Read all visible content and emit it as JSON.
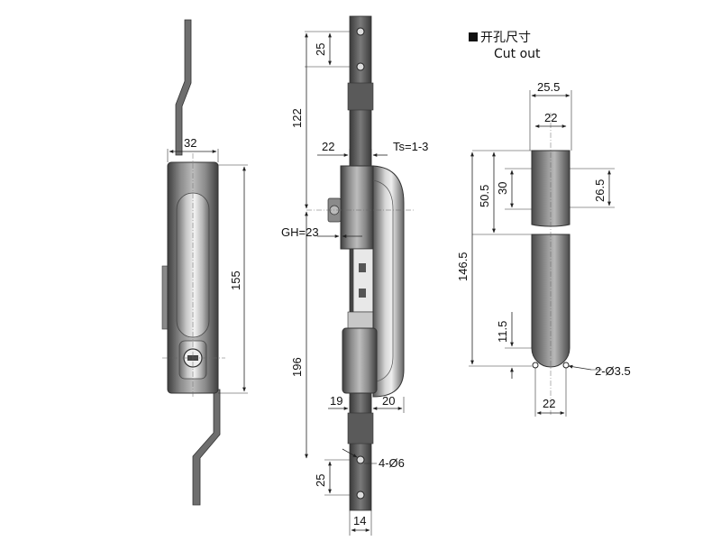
{
  "legend": {
    "cutout_title_cn": "开孔尺寸",
    "cutout_title_en": "Cut out"
  },
  "front_view": {
    "width_label": "32",
    "height_label": "155"
  },
  "side_view": {
    "upper_hole_pitch": "25",
    "upper_length": "122",
    "body_depth": "22",
    "thickness": "Ts=1-3",
    "gh": "GH=23",
    "lower_length": "196",
    "rod_offset": "19",
    "handle_depth": "20",
    "holes": "4-Ø6",
    "lower_hole_pitch": "25",
    "rod_width": "14"
  },
  "cutout": {
    "top_outer_width": "25.5",
    "top_inner_width": "22",
    "upper_height_outer": "50.5",
    "upper_height_inner": "30",
    "upper_right_height": "26.5",
    "total_height": "146.5",
    "bottom_radius_height": "11.5",
    "holes": "2-Ø3.5",
    "bottom_width": "22"
  },
  "colors": {
    "metal_dark": "#5a5a5a",
    "metal_mid": "#9a9a9a",
    "metal_light": "#e6e6e6",
    "line": "#222222"
  }
}
